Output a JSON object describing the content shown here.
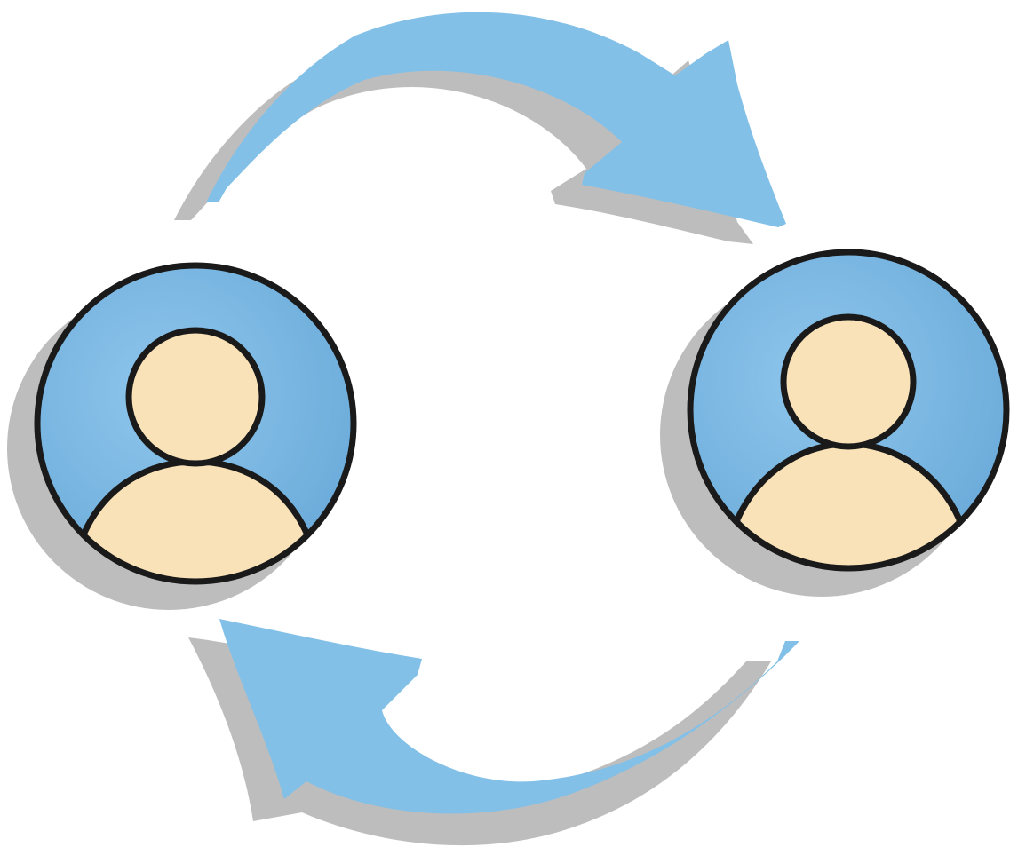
{
  "diagram": {
    "type": "exchange-cycle",
    "nodes": [
      {
        "id": "left-user",
        "icon": "user-avatar-icon"
      },
      {
        "id": "right-user",
        "icon": "user-avatar-icon"
      }
    ],
    "edges": [
      {
        "from": "left-user",
        "to": "right-user",
        "icon": "curved-arrow-icon",
        "position": "top"
      },
      {
        "from": "right-user",
        "to": "left-user",
        "icon": "curved-arrow-icon",
        "position": "bottom"
      }
    ]
  },
  "colors": {
    "background": "#ffffff",
    "arrow_blue": "#82c0e8",
    "circle_blue_light": "#8ec6ec",
    "circle_blue_dark": "#6aaad9",
    "skin": "#f9e2b8",
    "outline": "#1a1a1a",
    "shadow": "#bdbdbd"
  }
}
